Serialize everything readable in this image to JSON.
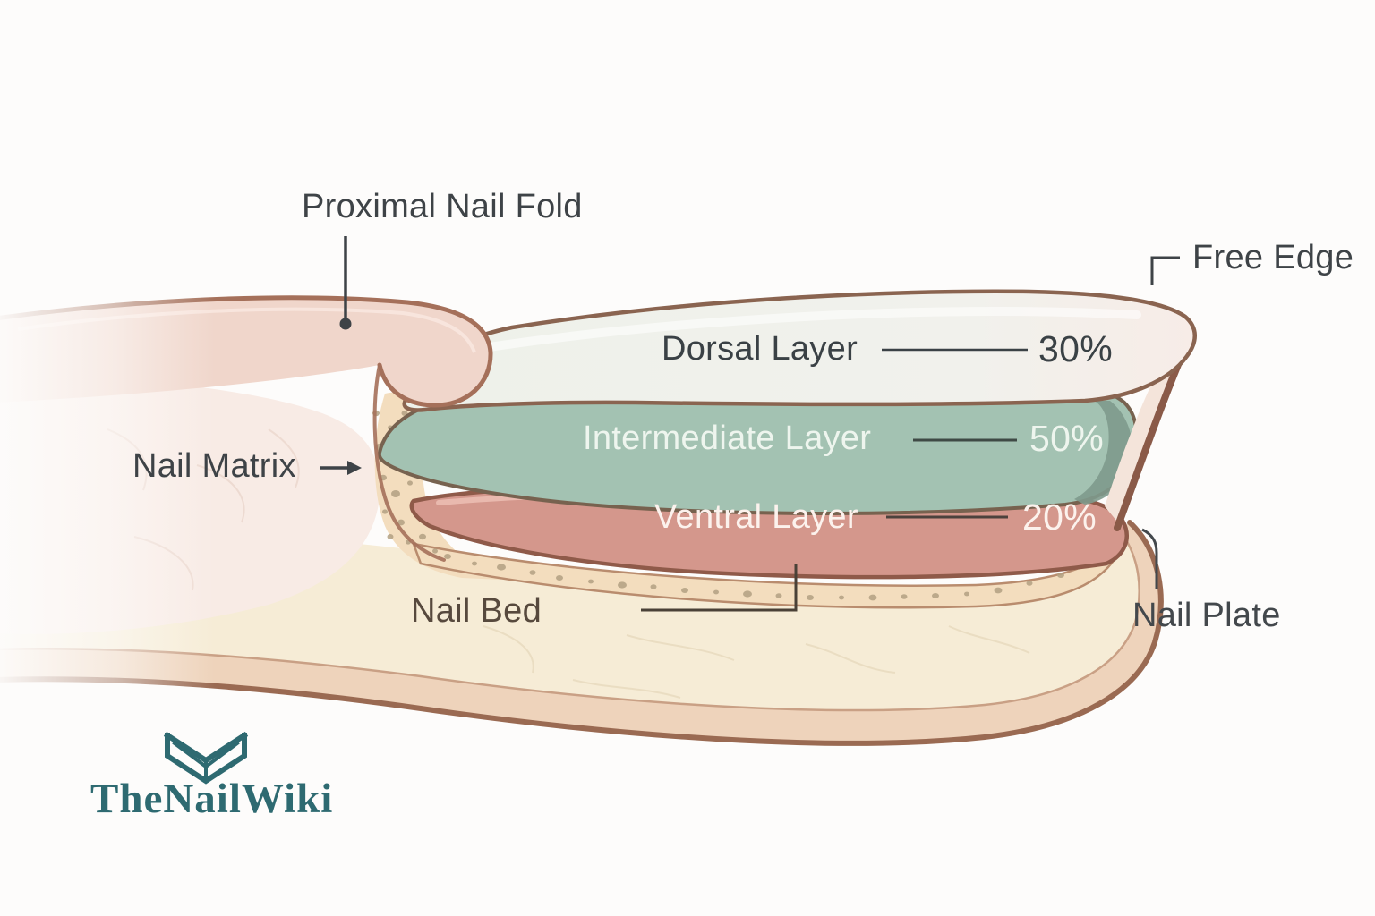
{
  "page": {
    "background": "#fdfcfb"
  },
  "logo": {
    "text": "TheNailWiki",
    "icon": "open-book-icon",
    "color": "#2e6a71"
  },
  "diagram": {
    "labels": {
      "proximal_nail_fold": "Proximal Nail Fold",
      "free_edge": "Free Edge",
      "nail_matrix": "Nail Matrix",
      "nail_bed": "Nail Bed",
      "nail_plate": "Nail Plate"
    },
    "layers": [
      {
        "name": "Dorsal Layer",
        "percent": "30%",
        "value": 30,
        "fill": "#eef1ea",
        "text_color": "#3a4145"
      },
      {
        "name": "Intermediate Layer",
        "percent": "50%",
        "value": 50,
        "fill": "#a3c2b2",
        "text_color": "#eef5ee"
      },
      {
        "name": "Ventral Layer",
        "percent": "20%",
        "value": 20,
        "fill": "#d4978c",
        "text_color": "#fcf2ed"
      }
    ],
    "colors": {
      "outline": "#9a6a52",
      "fold": "#f0d6cb",
      "flesh": "#f8ebe5",
      "nail_bed": "#f6ecd6",
      "skin_band": "#eed3bb",
      "matrix": "#f3ddbe",
      "speckle": "#b3a183",
      "label_dark": "#3e4347",
      "label_brown": "#57493d"
    }
  }
}
